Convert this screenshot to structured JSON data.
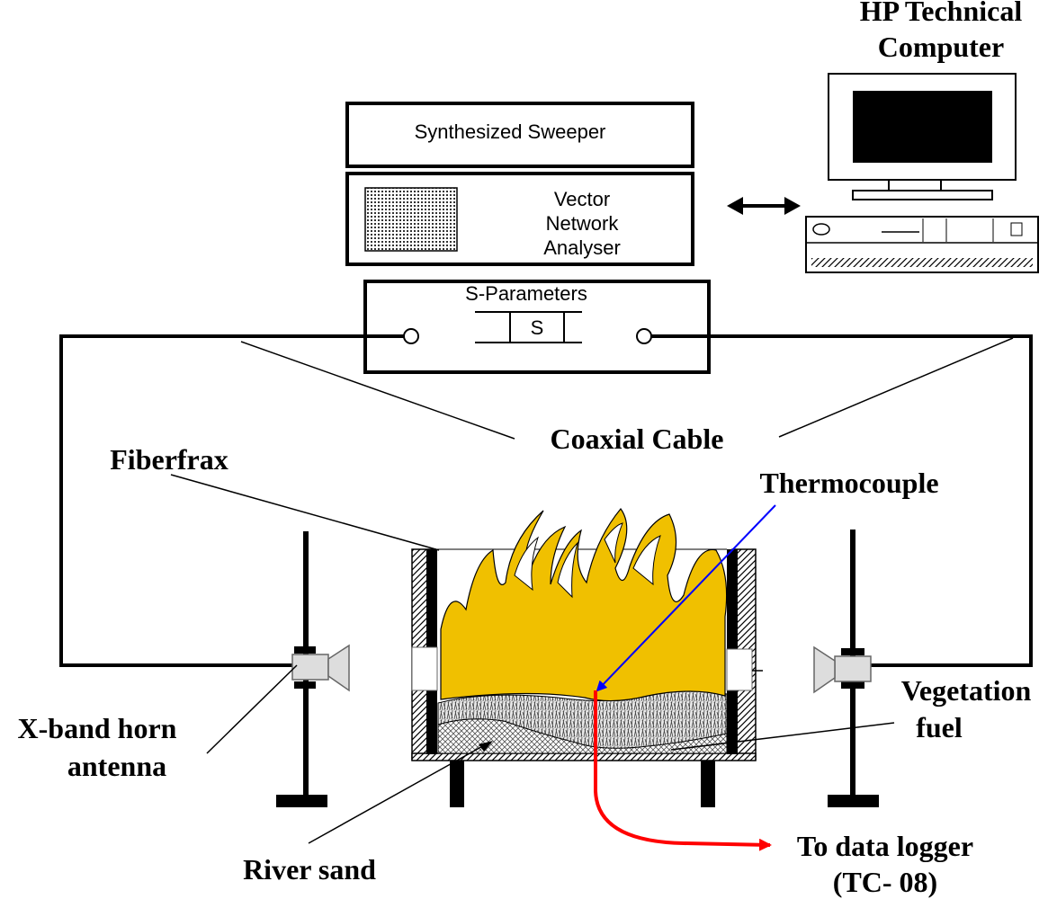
{
  "computer": {
    "title_line1": "HP Technical",
    "title_line2": "Computer"
  },
  "instruments": {
    "sweeper": "Synthesized Sweeper",
    "vna_line1": "Vector",
    "vna_line2": "Network",
    "vna_line3": "Analyser",
    "sparams": "S-Parameters",
    "s_symbol": "S"
  },
  "labels": {
    "coaxial_cable": "Coaxial Cable",
    "fiberfrax": "Fiberfrax",
    "thermocouple": "Thermocouple",
    "vegetation_line1": "Vegetation",
    "vegetation_line2": "fuel",
    "horn_line1": "X-band horn",
    "horn_line2": "antenna",
    "river_sand": "River sand",
    "logger_line1": "To data logger",
    "logger_line2": "(TC- 08)"
  },
  "colors": {
    "flame": "#f0c000",
    "thermocouple_wire": "#ff0000",
    "pointer_line": "#0000ff"
  }
}
